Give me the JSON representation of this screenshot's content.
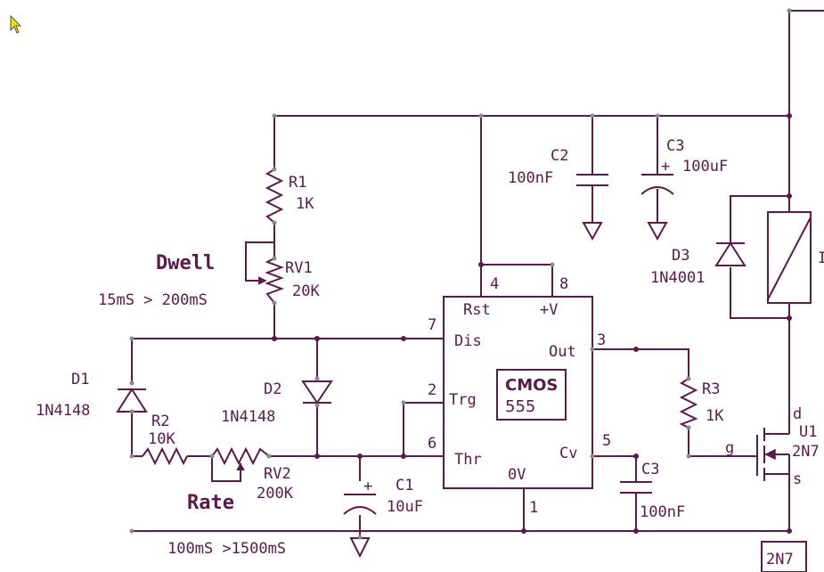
{
  "cursor_icon": "arrow-cursor-icon",
  "colors": {
    "wire": "#5a1a4a",
    "pin_node": "#8a8a8a",
    "background": "#ffffff"
  },
  "resistors": {
    "r1": {
      "ref": "R1",
      "value": "1K"
    },
    "r2": {
      "ref": "R2",
      "value": "10K"
    },
    "r3": {
      "ref": "R3",
      "value": "1K"
    }
  },
  "pots": {
    "rv1": {
      "ref": "RV1",
      "value": "20K",
      "name": "Dwell",
      "range": "15mS > 200mS"
    },
    "rv2": {
      "ref": "RV2",
      "value": "200K",
      "name": "Rate",
      "range": "100mS >1500mS"
    }
  },
  "diodes": {
    "d1": {
      "ref": "D1",
      "value": "1N4148"
    },
    "d2": {
      "ref": "D2",
      "value": "1N4148"
    },
    "d3": {
      "ref": "D3",
      "value": "1N4001"
    }
  },
  "capacitors": {
    "c1": {
      "ref": "C1",
      "value": "10uF"
    },
    "c2": {
      "ref": "C2",
      "value": "100nF"
    },
    "c3_top": {
      "ref": "C3",
      "value": "100uF"
    },
    "c3_cv": {
      "ref": "C3",
      "value": "100nF"
    }
  },
  "ic": {
    "title": "CMOS",
    "part": "555",
    "pins": {
      "rst": {
        "name": "Rst",
        "num": "4"
      },
      "vcc": {
        "name": "+V",
        "num": "8"
      },
      "dis": {
        "name": "Dis",
        "num": "7"
      },
      "out": {
        "name": "Out",
        "num": "3"
      },
      "trg": {
        "name": "Trg",
        "num": "2"
      },
      "thr": {
        "name": "Thr",
        "num": "6"
      },
      "cv": {
        "name": "Cv",
        "num": "5"
      },
      "gnd": {
        "name": "0V",
        "num": "1"
      }
    }
  },
  "mosfet": {
    "ref": "U1",
    "part": "2N7",
    "drain": "d",
    "source": "s",
    "gate": "g",
    "footprint": "2N7"
  },
  "relay_ref": "I"
}
